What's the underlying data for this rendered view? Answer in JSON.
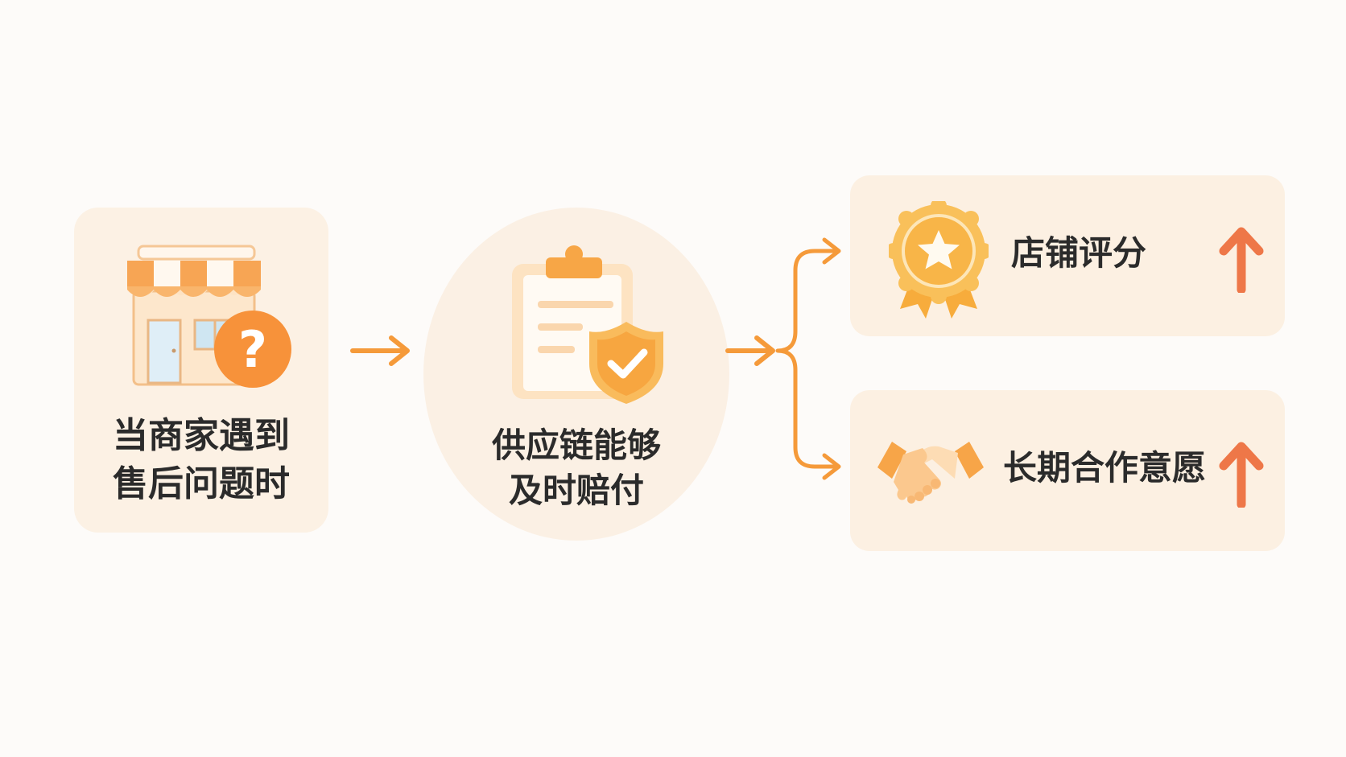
{
  "steps": {
    "merchant": {
      "label_line1": "当商家遇到",
      "label_line2": "售后问题时",
      "icon": "store-question-icon"
    },
    "supply_chain": {
      "label_line1": "供应链能够",
      "label_line2": "及时赔付",
      "icon": "clipboard-shield-icon"
    },
    "outcomes": [
      {
        "label": "店铺评分",
        "icon": "award-badge-icon",
        "trend_icon": "arrow-up-icon"
      },
      {
        "label": "长期合作意愿",
        "icon": "handshake-icon",
        "trend_icon": "arrow-up-icon"
      }
    ]
  },
  "colors": {
    "accent": "#f7a03c",
    "arrow": "#f59a3a",
    "trend_up": "#ee7748",
    "panel_bg": "#fcf1e4",
    "text": "#2b2b2b"
  }
}
